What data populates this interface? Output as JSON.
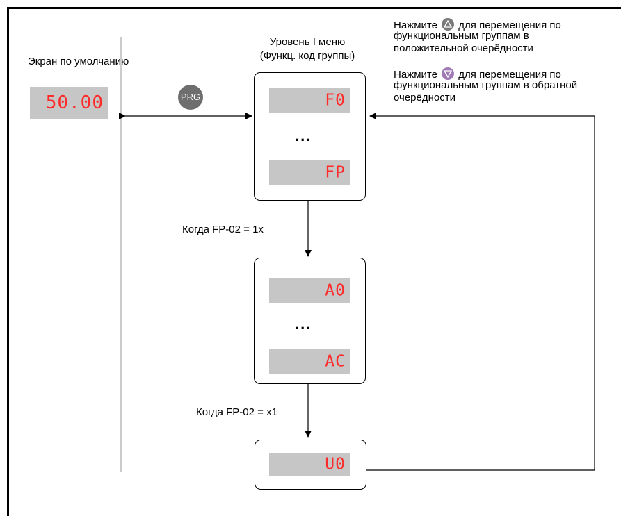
{
  "default_screen": {
    "label": "Экран по умолчанию",
    "display": "50.00"
  },
  "level1": {
    "label_line1": "Уровень I меню",
    "label_line2": "(Функц. код группы)"
  },
  "prg_key": "PRG",
  "hints": {
    "up": {
      "before": "Нажмите",
      "after": "для перемещения по",
      "line2": "функциональным группам в",
      "line3": "положительной очерёдности"
    },
    "down": {
      "before": "Нажмите",
      "after": "для перемещения по",
      "line2": "функциональным группам в обратной",
      "line3": "очерёдности"
    }
  },
  "box1": {
    "top": "F0",
    "ellipsis": "...",
    "bottom": "FP"
  },
  "cond1": "Когда FP-02 = 1x",
  "box2": {
    "top": "A0",
    "ellipsis": "...",
    "bottom": "AC"
  },
  "cond2": "Когда FP-02 = x1",
  "box3": {
    "display": "U0"
  },
  "colors": {
    "segment": "#ff2b2b",
    "display_bg": "#c6c6c6",
    "prg_bg": "#6e6e6e"
  },
  "icons": [
    "up-arrow-key-icon",
    "down-arrow-key-icon"
  ]
}
